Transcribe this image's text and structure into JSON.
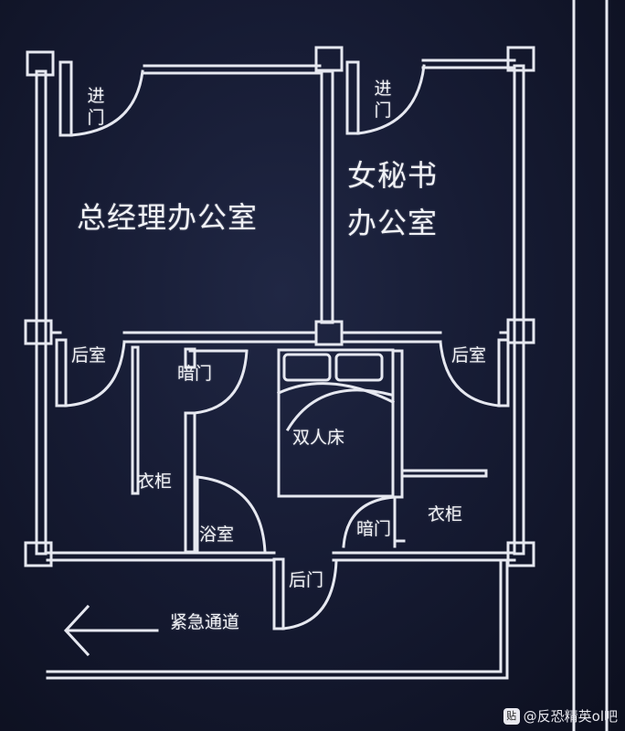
{
  "labels": {
    "gm_office": "总经理办公室",
    "secretary_line1": "女秘书",
    "secretary_line2": "办公室",
    "entrance_left": "进门",
    "entrance_right": "进门",
    "back_room_left": "后室",
    "back_room_right": "后室",
    "hidden_door_top": "暗门",
    "hidden_door_bottom": "暗门",
    "double_bed": "双人床",
    "wardrobe_left": "衣柜",
    "wardrobe_right": "衣柜",
    "bathroom": "浴室",
    "back_door": "后门",
    "emergency_exit": "紧急通道"
  },
  "watermark": {
    "badge": "贴",
    "text": "@反恐精英ol吧"
  },
  "colors": {
    "line": "#e6e8f0",
    "background": "#161b33"
  }
}
